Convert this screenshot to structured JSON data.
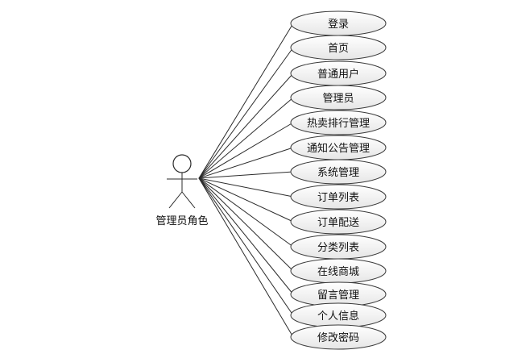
{
  "actor": {
    "label": "管理员角色"
  },
  "use_cases": [
    "登录",
    "首页",
    "普通用户",
    "管理员",
    "热卖排行管理",
    "通知公告管理",
    "系统管理",
    "订单列表",
    "订单配送",
    "分类列表",
    "在线商城",
    "留言管理",
    "个人信息",
    "修改密码"
  ],
  "colors": {
    "ellipse_fill_top": "#ffffff",
    "ellipse_fill_bottom": "#e9e9e9",
    "stroke": "#2b2b2b"
  }
}
